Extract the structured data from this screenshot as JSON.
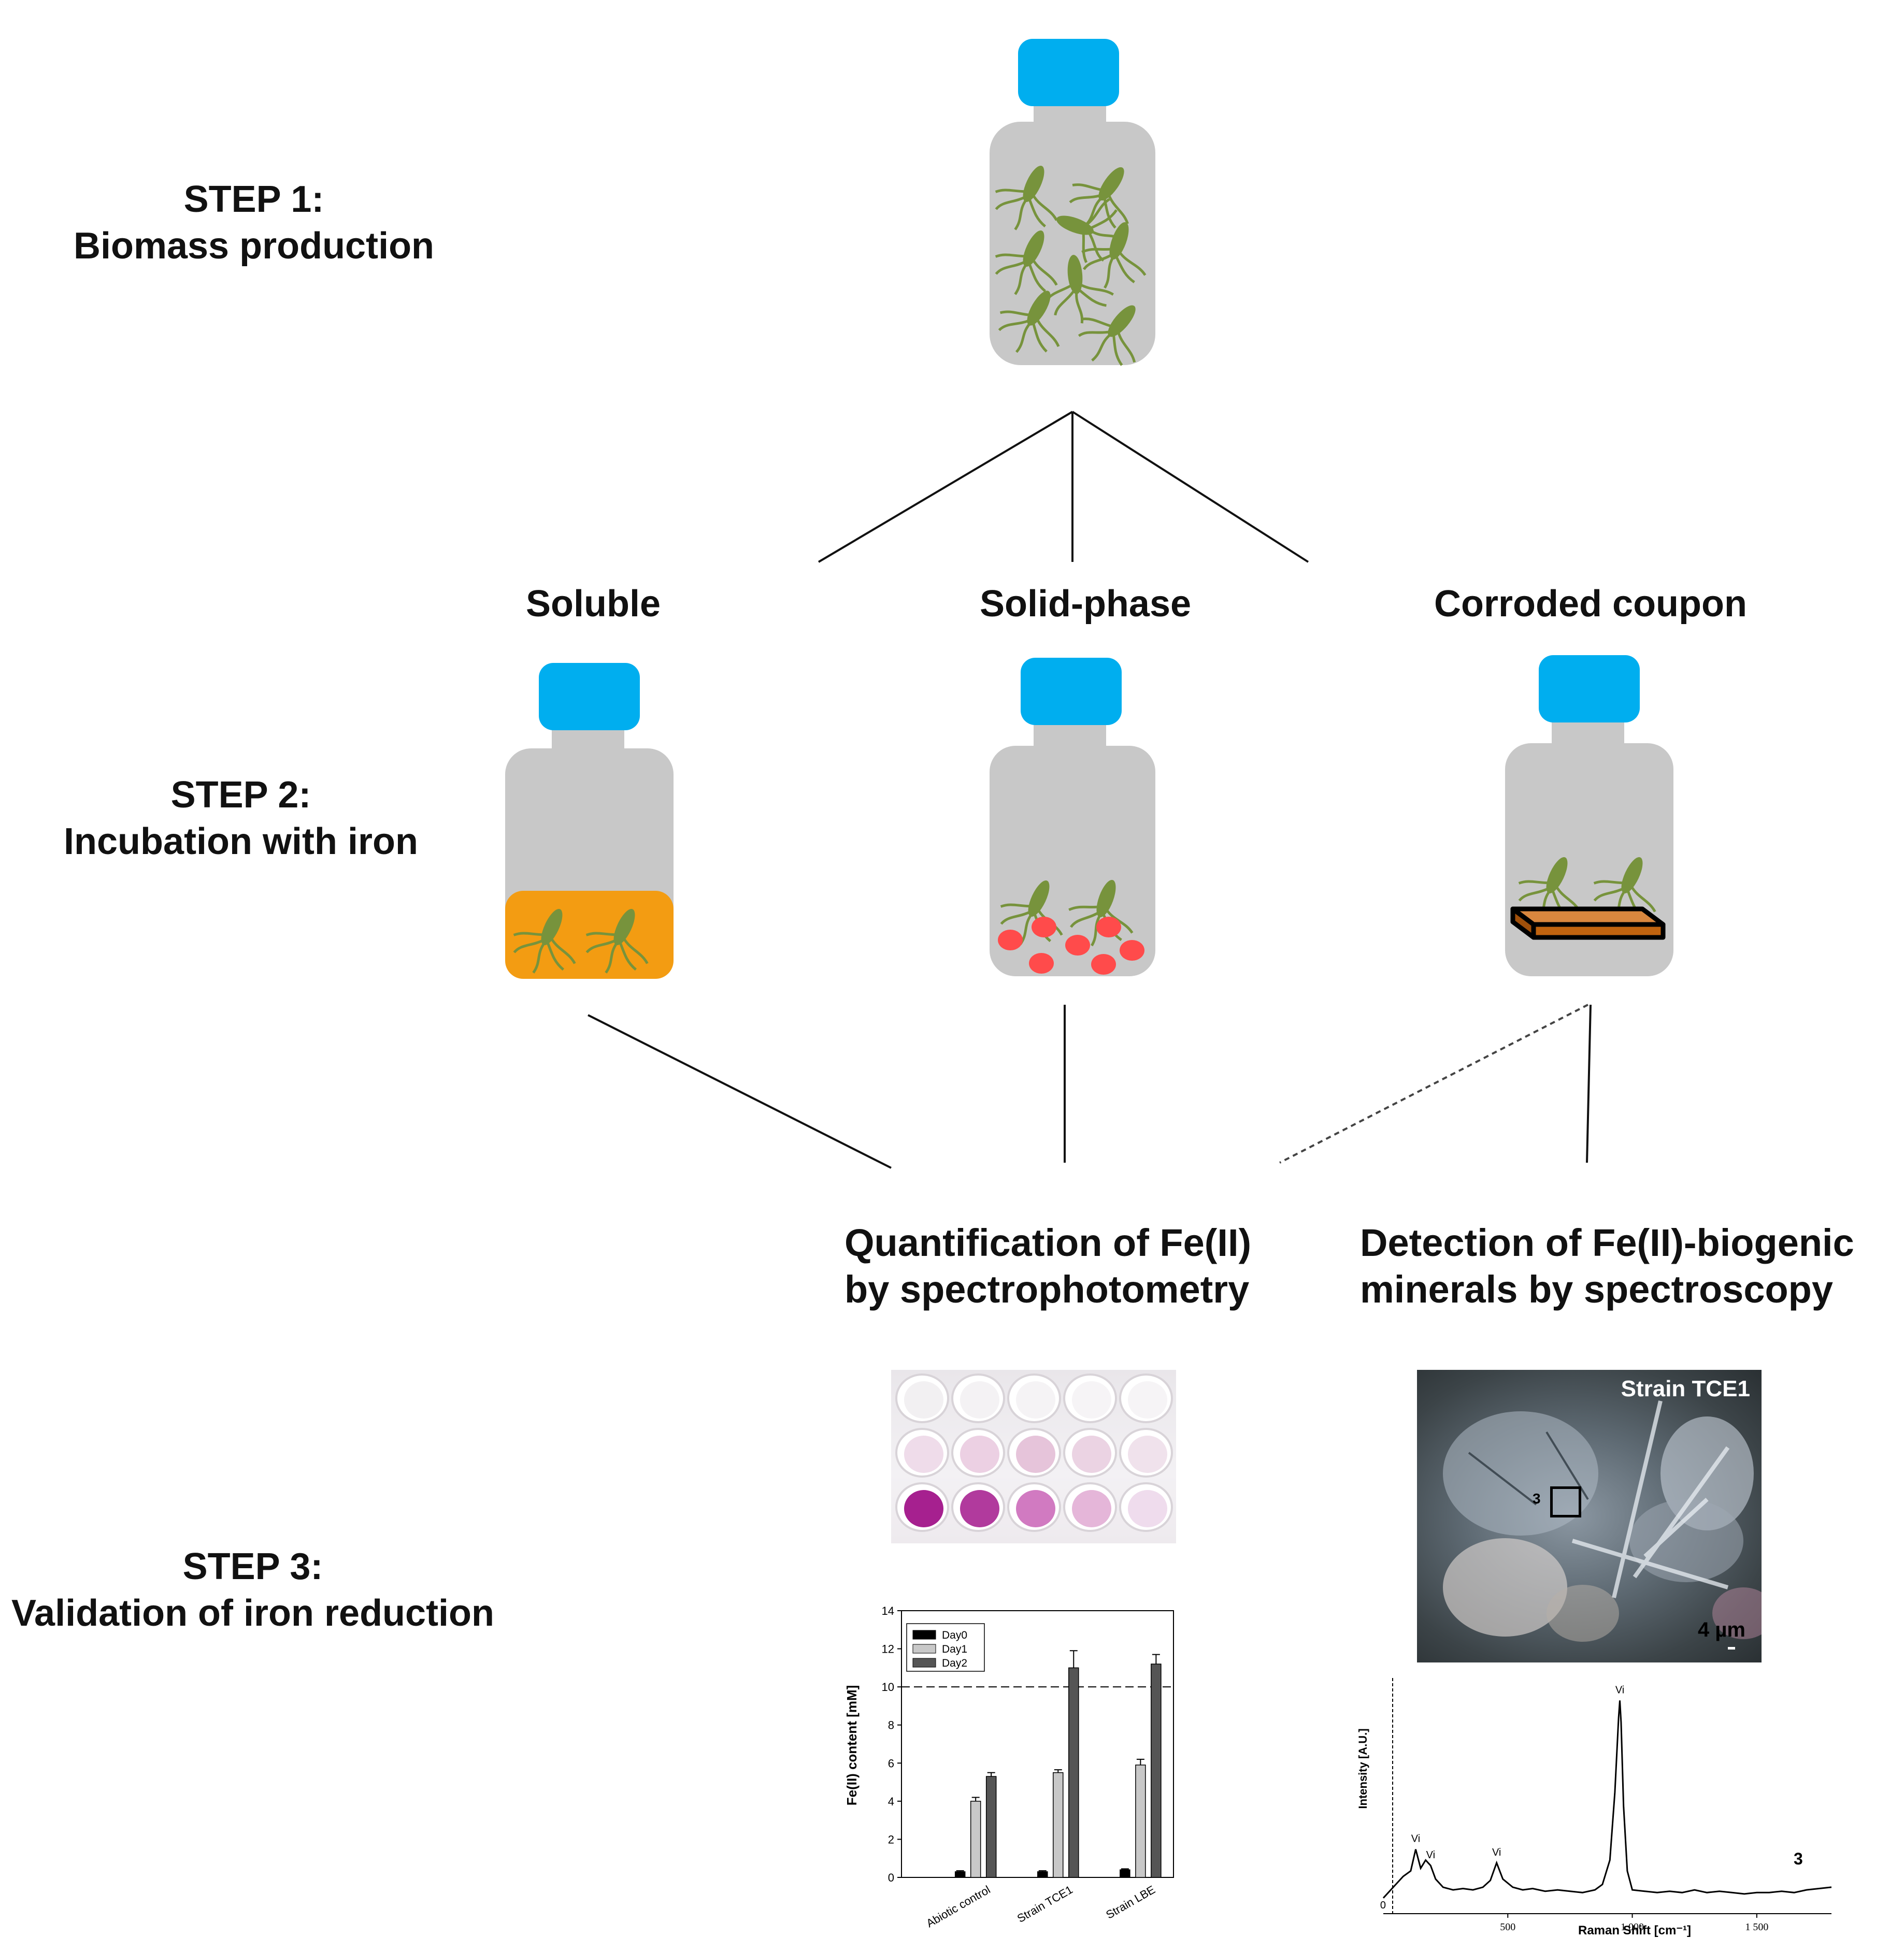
{
  "steps": {
    "step1": {
      "title": "STEP 1:",
      "subtitle": "Biomass production"
    },
    "step2": {
      "title": "STEP 2:",
      "subtitle": "Incubation with iron"
    },
    "step3": {
      "title": "STEP 3:",
      "subtitle": "Validation of iron reduction"
    }
  },
  "branches": {
    "soluble": "Soluble",
    "solid": "Solid-phase",
    "coupon": "Corroded coupon"
  },
  "methods": {
    "quant_line1": "Quantification of Fe(II)",
    "quant_line2": "by spectrophotometry",
    "detect_line1": "Detection of Fe(II)-biogenic",
    "detect_line2": "minerals by spectroscopy"
  },
  "colors": {
    "cap": "#00AEEF",
    "bottle": "#C8C8C8",
    "bacteria": "#77933C",
    "soluble_iron": "#F39C12",
    "solid_iron": "#FF4B4B",
    "coupon": "#C0630F"
  },
  "micrograph": {
    "title": "Strain TCE1",
    "roi": "3",
    "scale": "4 µm"
  },
  "plate": {
    "rows": [
      [
        "#f2f0f2",
        "#f4f2f4",
        "#f5f3f5",
        "#f6f4f6",
        "#f6f4f6"
      ],
      [
        "#efdcea",
        "#ecd0e3",
        "#e6c4da",
        "#ebd3e3",
        "#f0e2ec"
      ],
      [
        "#a6208f",
        "#b13a9d",
        "#d17ac1",
        "#e5b6d9",
        "#efdced"
      ]
    ]
  },
  "chart_data": [
    {
      "type": "bar",
      "categories": [
        "Abiotic control",
        "Strain TCE1",
        "Strain LBE"
      ],
      "series": [
        {
          "name": "Day0",
          "values": [
            0.3,
            0.3,
            0.4
          ],
          "errors": [
            0.05,
            0.05,
            0.05
          ],
          "color": "#000000"
        },
        {
          "name": "Day1",
          "values": [
            4.0,
            5.5,
            5.9
          ],
          "errors": [
            0.2,
            0.15,
            0.3
          ],
          "color": "#c8c8c8"
        },
        {
          "name": "Day2",
          "values": [
            5.3,
            11.0,
            11.2
          ],
          "errors": [
            0.2,
            0.9,
            0.5
          ],
          "color": "#555555"
        }
      ],
      "ylabel": "Fe(II) content [mM]",
      "ylim": [
        0,
        14
      ],
      "yticks": [
        "0",
        "2",
        "4",
        "6",
        "8",
        "10",
        "12",
        "14"
      ],
      "reference_line": 10,
      "legend": "top-left"
    },
    {
      "type": "line",
      "xlabel": "Raman Shift [cm⁻¹]",
      "ylabel": "Intensity [A.U.]",
      "xlim": [
        0,
        1800
      ],
      "xticks": [
        "500",
        "1 000",
        "1 500"
      ],
      "ytick": "0",
      "panel_label": "3",
      "peak_labels": [
        {
          "x": 130,
          "text": "Vi"
        },
        {
          "x": 190,
          "text": "Vi"
        },
        {
          "x": 455,
          "text": "Vi"
        },
        {
          "x": 950,
          "text": "Vi"
        }
      ],
      "x": [
        0,
        40,
        80,
        110,
        130,
        150,
        170,
        190,
        210,
        240,
        280,
        320,
        360,
        400,
        430,
        455,
        480,
        520,
        560,
        600,
        650,
        700,
        750,
        800,
        850,
        880,
        910,
        930,
        945,
        950,
        955,
        965,
        980,
        1000,
        1050,
        1100,
        1150,
        1200,
        1250,
        1300,
        1350,
        1400,
        1450,
        1500,
        1550,
        1600,
        1650,
        1700,
        1750,
        1800
      ],
      "y": [
        2,
        10,
        18,
        22,
        38,
        24,
        30,
        26,
        16,
        10,
        8,
        9,
        8,
        10,
        15,
        28,
        16,
        10,
        8,
        9,
        7,
        8,
        7,
        6,
        8,
        12,
        30,
        80,
        135,
        148,
        132,
        70,
        22,
        8,
        7,
        6,
        7,
        6,
        8,
        6,
        7,
        6,
        5,
        6,
        6,
        7,
        6,
        8,
        9,
        10
      ]
    }
  ]
}
